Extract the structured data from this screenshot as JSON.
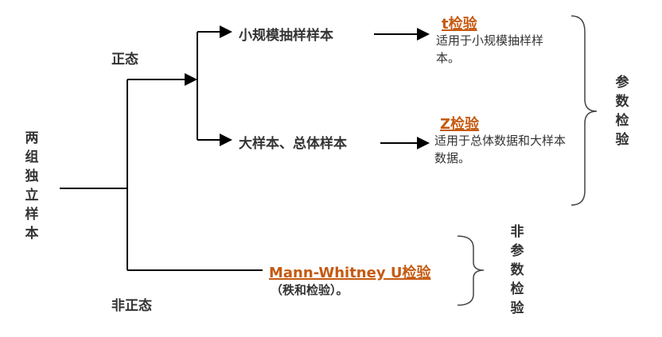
{
  "root": "两组独立样本",
  "normal": "正态",
  "non_normal": "非正态",
  "small_sample": "小规模抽样样本",
  "large_sample": "大样本、总体样本",
  "t_test": {
    "title": "t检验",
    "desc": "适用于小规模抽样样本。"
  },
  "z_test": {
    "title": "Z检验",
    "desc": "适用于总体数据和大样本数据。"
  },
  "mw_test": {
    "title": "Mann-Whitney U检验",
    "desc": "（秩和检验）。"
  },
  "parametric": "参数检验",
  "nonparametric": "非参数检验",
  "colors": {
    "accent": "#c55a11",
    "text": "#333333"
  }
}
